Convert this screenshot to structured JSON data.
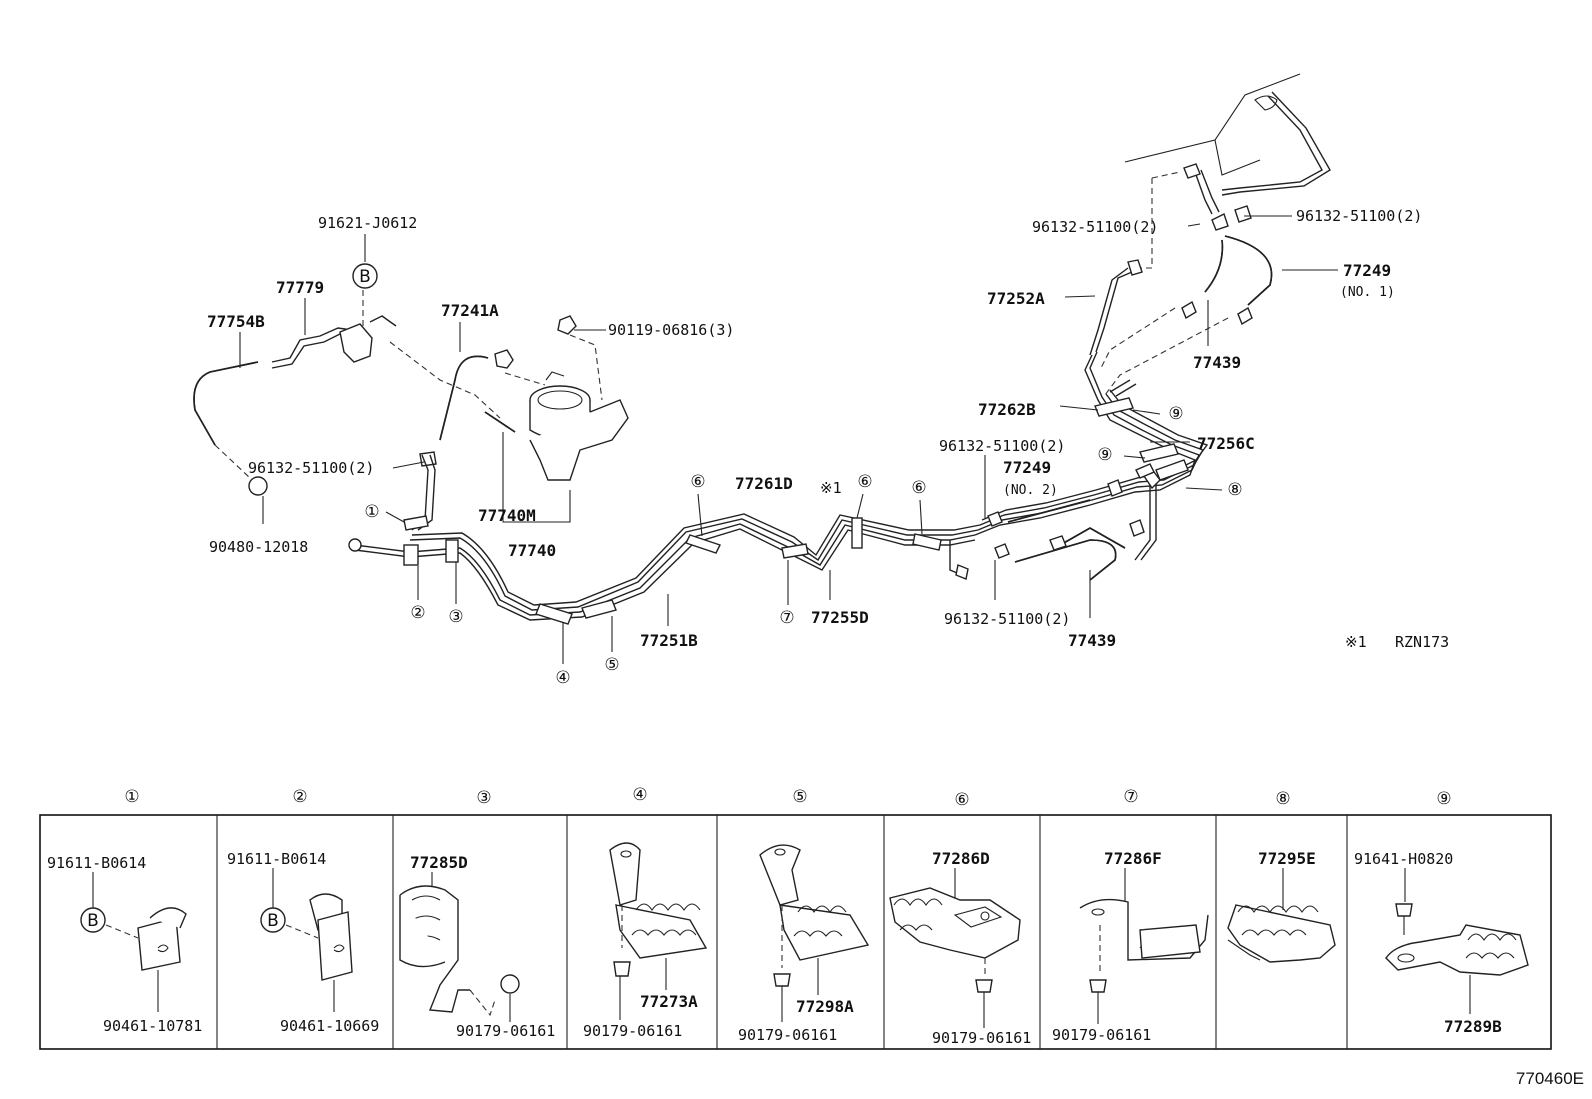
{
  "diagram_code": "770460E",
  "note": {
    "mark": "※1",
    "text": "RZN173"
  },
  "callouts": {
    "p91621": "91621-J0612",
    "p77779": "77779",
    "p77754B": "77754B",
    "p77241A": "77241A",
    "p90119": "90119-06816(3)",
    "p96132_a": "96132-51100(2)",
    "p90480": "90480-12018",
    "p77740M": "77740M",
    "p77740": "77740",
    "p77261D": "77261D",
    "p_star1": "※1",
    "p77251B": "77251B",
    "p77255D": "77255D",
    "p96132_b": "96132-51100(2)",
    "p77249_no2": "77249",
    "p77249_no2_sub": "(NO. 2)",
    "p96132_c": "96132-51100(2)",
    "p77439_lower": "77439",
    "p96132_d": "96132-51100(2)",
    "p96132_e": "96132-51100(2)",
    "p77249_no1": "77249",
    "p77249_no1_sub": "(NO. 1)",
    "p77252A": "77252A",
    "p77439_upper": "77439",
    "p77262B": "77262B",
    "p77256C": "77256C",
    "letter_b": "B"
  },
  "clamp_refs": [
    "①",
    "②",
    "③",
    "④",
    "⑤",
    "⑥",
    "⑦",
    "⑧",
    "⑨"
  ],
  "detail_panels": [
    {
      "id": "①",
      "parts": [
        "91611-B0614",
        "B",
        "90461-10781"
      ]
    },
    {
      "id": "②",
      "parts": [
        "91611-B0614",
        "B",
        "90461-10669"
      ]
    },
    {
      "id": "③",
      "parts": [
        "77285D",
        "90179-06161"
      ]
    },
    {
      "id": "④",
      "parts": [
        "77273A",
        "90179-06161"
      ]
    },
    {
      "id": "⑤",
      "parts": [
        "77298A",
        "90179-06161"
      ]
    },
    {
      "id": "⑥",
      "parts": [
        "77286D",
        "90179-06161"
      ]
    },
    {
      "id": "⑦",
      "parts": [
        "77286F",
        "90179-06161"
      ]
    },
    {
      "id": "⑧",
      "parts": [
        "77295E"
      ]
    },
    {
      "id": "⑨",
      "parts": [
        "91641-H0820",
        "77289B"
      ]
    }
  ]
}
